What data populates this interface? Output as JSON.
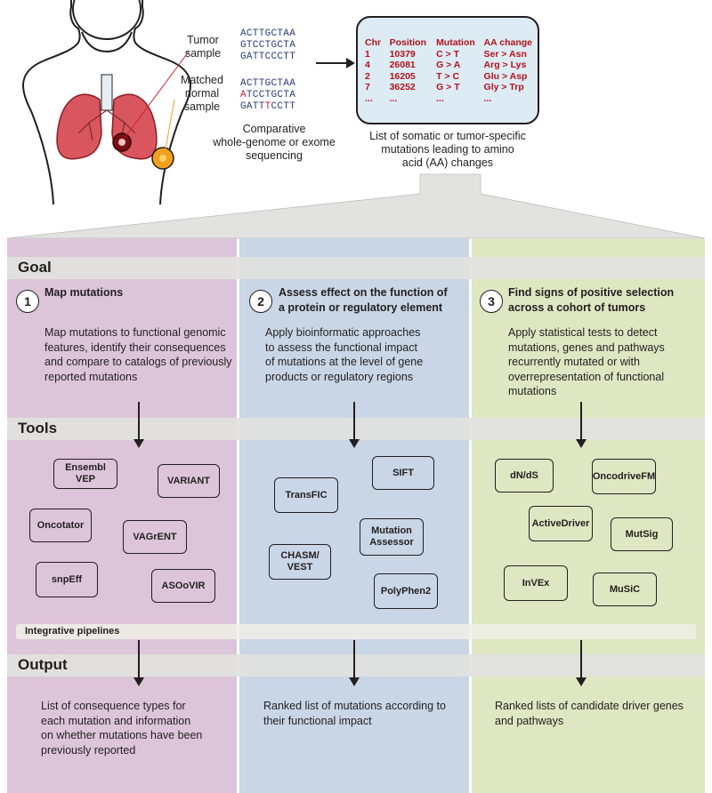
{
  "colors": {
    "pink": "#dcc5d8",
    "blue": "#c9d6e6",
    "green": "#dfe6c2",
    "band": "#e1e2e0",
    "red_text": "#b5121b"
  },
  "top": {
    "tumor_label": [
      "Tumor",
      "sample"
    ],
    "normal_label": [
      "Matched",
      "normal",
      "sample"
    ],
    "tumor_seqs": [
      "ACTTGCTAA",
      "GTCCTGCTA",
      "GATTCCCTT"
    ],
    "normal_seqs": [
      {
        "pre": "",
        "mut": "",
        "post": "ACTTGCTAA"
      },
      {
        "pre": "",
        "mut": "A",
        "post": "TCCTGCTA"
      },
      {
        "pre": "GATT",
        "mut": "T",
        "post": "CCTT"
      }
    ],
    "sequencing_caption": [
      "Comparative",
      "whole-genome or exome",
      "sequencing"
    ],
    "table_headers": [
      "Chr",
      "Position",
      "Mutation",
      "AA change"
    ],
    "table_rows": [
      [
        "1",
        "10379",
        "C > T",
        "Ser > Asn"
      ],
      [
        "4",
        "26081",
        "G > A",
        "Arg > Lys"
      ],
      [
        "2",
        "16205",
        "T > C",
        "Glu > Asp"
      ],
      [
        "7",
        "36252",
        "G > T",
        "Gly > Trp"
      ],
      [
        "...",
        "...",
        "...",
        "..."
      ]
    ],
    "table_caption": [
      "List of somatic or tumor-specific",
      "mutations leading to amino",
      "acid (AA) changes"
    ]
  },
  "sections": {
    "goal": "Goal",
    "tools": "Tools",
    "output": "Output",
    "pipelines": "Integrative pipelines"
  },
  "columns": [
    {
      "number": "1",
      "title": [
        "Map mutations"
      ],
      "description": [
        "Map mutations to functional genomic",
        "features, identify their consequences",
        "and compare to catalogs of previously",
        "reported mutations"
      ],
      "tools": [
        "Ensembl VEP",
        "VARIANT",
        "Oncotator",
        "VAGrENT",
        "snpEff",
        "ASOoVIR"
      ],
      "output": [
        "List of consequence types for",
        "each mutation and information",
        "on whether mutations have been",
        "previously reported"
      ]
    },
    {
      "number": "2",
      "title": [
        "Assess effect on the function of",
        "a protein or regulatory element"
      ],
      "description": [
        "Apply bioinformatic approaches",
        "to assess the functional impact",
        "of mutations at the level of gene",
        "products or regulatory regions"
      ],
      "tools": [
        "SIFT",
        "TransFIC",
        "Mutation Assessor",
        "CHASM/ VEST",
        "PolyPhen2"
      ],
      "output": [
        "Ranked list of mutations according to",
        "their functional impact"
      ]
    },
    {
      "number": "3",
      "title": [
        "Find signs of positive selection",
        "across a cohort of tumors"
      ],
      "description": [
        "Apply statistical tests to detect",
        "mutations, genes and pathways",
        "recurrently mutated or with",
        "overrepresentation of functional",
        "mutations"
      ],
      "tools": [
        "dN/dS",
        "OncodriveFM",
        "ActiveDriver",
        "MutSig",
        "InVEx",
        "MuSiC"
      ],
      "output": [
        "Ranked lists of candidate driver genes",
        "and pathways"
      ]
    }
  ]
}
